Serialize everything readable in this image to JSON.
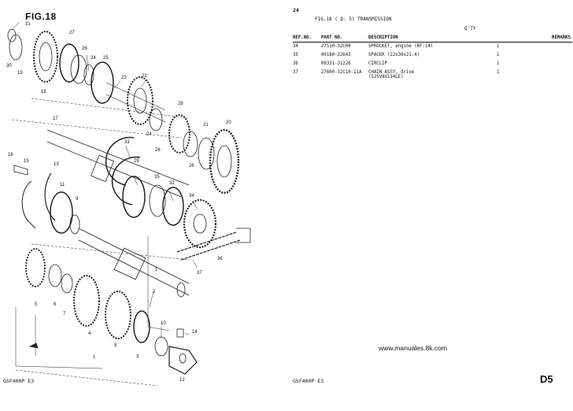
{
  "left_page": {
    "figure_label": "FIG.18",
    "footer": "GSF400P E3",
    "callouts": [
      {
        "n": "31"
      },
      {
        "n": "27"
      },
      {
        "n": "26"
      },
      {
        "n": "24"
      },
      {
        "n": "25"
      },
      {
        "n": "30"
      },
      {
        "n": "19"
      },
      {
        "n": "23"
      },
      {
        "n": "22"
      },
      {
        "n": "18"
      },
      {
        "n": "28"
      },
      {
        "n": "21"
      },
      {
        "n": "20"
      },
      {
        "n": "17"
      },
      {
        "n": "33"
      },
      {
        "n": "24"
      },
      {
        "n": "26"
      },
      {
        "n": "26"
      },
      {
        "n": "16"
      },
      {
        "n": "15"
      },
      {
        "n": "13"
      },
      {
        "n": "29"
      },
      {
        "n": "35"
      },
      {
        "n": "32"
      },
      {
        "n": "34"
      },
      {
        "n": "11"
      },
      {
        "n": "9"
      },
      {
        "n": "36"
      },
      {
        "n": "37"
      },
      {
        "n": "1"
      },
      {
        "n": "2"
      },
      {
        "n": "5"
      },
      {
        "n": "6"
      },
      {
        "n": "7"
      },
      {
        "n": "4"
      },
      {
        "n": "8"
      },
      {
        "n": "3"
      },
      {
        "n": "10"
      },
      {
        "n": "14"
      },
      {
        "n": "12"
      },
      {
        "n": "1"
      }
    ]
  },
  "right_page": {
    "page_number": "24",
    "title": "FIG.18 (  D- 5) TRANSMISSION",
    "qty_header": "Q'TY",
    "columns": {
      "ref": "REF.NO.",
      "part": "PART NO.",
      "desc": "DESCRIPTION",
      "qty": "",
      "remarks": "REMARKS"
    },
    "rows": [
      {
        "ref": "34",
        "part": "27510-32C00",
        "desc": "SPROCKET, engine (NT:14)",
        "qty": "1",
        "remarks": ""
      },
      {
        "ref": "35",
        "part": "09180-22643",
        "desc": "SPACER (22x30x21.4)",
        "qty": "1",
        "remarks": ""
      },
      {
        "ref": "36",
        "part": "08331-31226",
        "desc": "CIRCLIP",
        "qty": "1",
        "remarks": ""
      },
      {
        "ref": "37",
        "part": "27600-32C10-11A",
        "desc": "CHAIN ASSY, drive",
        "desc2": "(525V9X114LE)",
        "qty": "1",
        "remarks": ""
      }
    ],
    "watermark_url": "www.manuales.8k.com",
    "footer": "GSF400P E3",
    "page_code": "D5"
  }
}
